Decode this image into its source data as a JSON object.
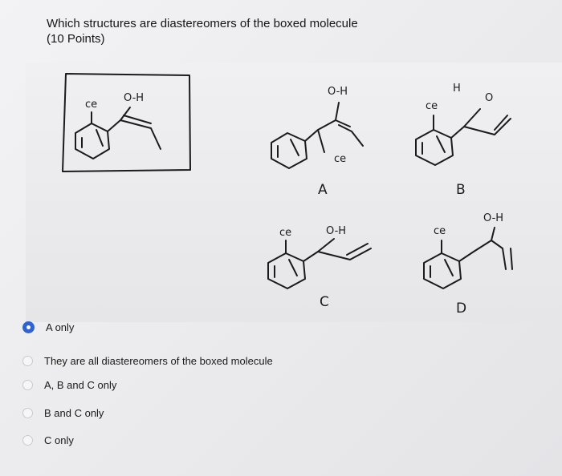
{
  "question": {
    "line1": "Which structures are diastereomers of the boxed molecule",
    "line2": "(10 Points)"
  },
  "structures": {
    "boxed": {
      "cl": "ce",
      "oh": "O-H"
    },
    "A": {
      "label": "A",
      "oh": "O-H",
      "cl": "ce"
    },
    "B": {
      "label": "B",
      "cl": "ce",
      "h": "H",
      "o": "O"
    },
    "C": {
      "label": "C",
      "cl": "ce",
      "oh": "O-H"
    },
    "D": {
      "label": "D",
      "cl": "ce",
      "oh": "O-H"
    }
  },
  "options": [
    {
      "label": "A only",
      "selected": true
    },
    {
      "label": "They are all diastereomers of the boxed molecule",
      "selected": false
    },
    {
      "label": "A, B and C only",
      "selected": false
    },
    {
      "label": "B and C only",
      "selected": false
    },
    {
      "label": "C only",
      "selected": false
    }
  ],
  "colors": {
    "selected_radio": "#2e63d8"
  }
}
